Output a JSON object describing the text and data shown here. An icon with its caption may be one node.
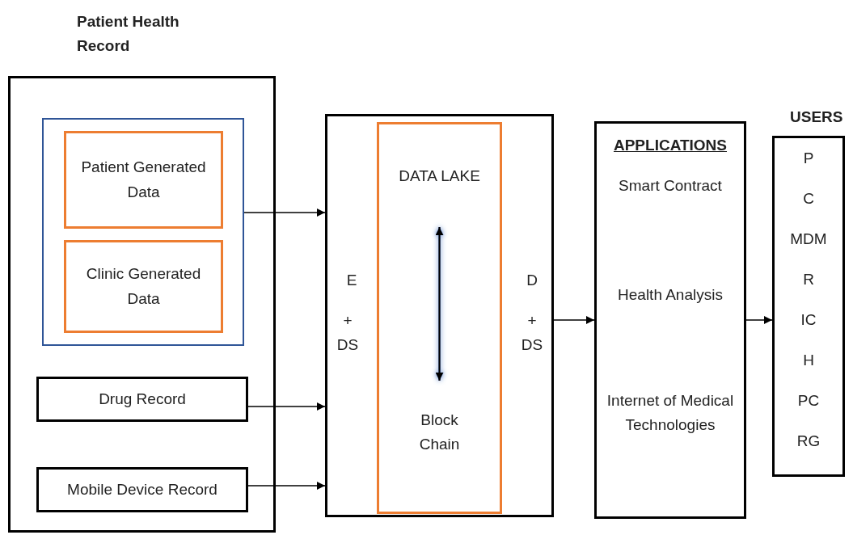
{
  "diagram": {
    "nodes": [
      {
        "text": [
          "Patient Health Record"
        ]
      },
      {
        "text": [],
        "shape": "box",
        "in": 0
      },
      {
        "text": [
          "Patient Generated Data"
        ],
        "in": 1
      },
      {
        "text": [
          "Clinic Generated Data"
        ],
        "in": 1
      },
      {
        "text": [
          "Drug Record"
        ],
        "in": 0
      },
      {
        "text": [
          "Mobile Device Record"
        ],
        "in": 0
      },
      {
        "text": [
          "E",
          "+",
          "DS",
          "D",
          "+",
          "DS"
        ]
      },
      {
        "text": [],
        "shape": "box",
        "in": 6
      },
      {
        "text": [
          "DATA LAKE"
        ],
        "in": 7
      },
      {
        "text": [
          "Block Chain"
        ],
        "in": 7
      },
      {
        "text": [
          "APPLICATIONS",
          "Smart Contract",
          "Health Analysis",
          "Internet of Medical Technologies"
        ]
      },
      {
        "text": [
          "USERS",
          "P",
          "C",
          "MDM",
          "R",
          "IC",
          "H",
          "PC",
          "RG"
        ]
      }
    ],
    "edges": [
      {
        "from": 1,
        "to": 6,
        "arrow": "to"
      },
      {
        "from": 4,
        "to": 6,
        "arrow": "to"
      },
      {
        "from": 5,
        "to": 6,
        "arrow": "to"
      },
      {
        "from": 8,
        "to": 9,
        "arrow": "both"
      },
      {
        "from": 6,
        "to": 10,
        "arrow": "to"
      },
      {
        "from": 10,
        "to": 11,
        "arrow": "to"
      }
    ]
  }
}
